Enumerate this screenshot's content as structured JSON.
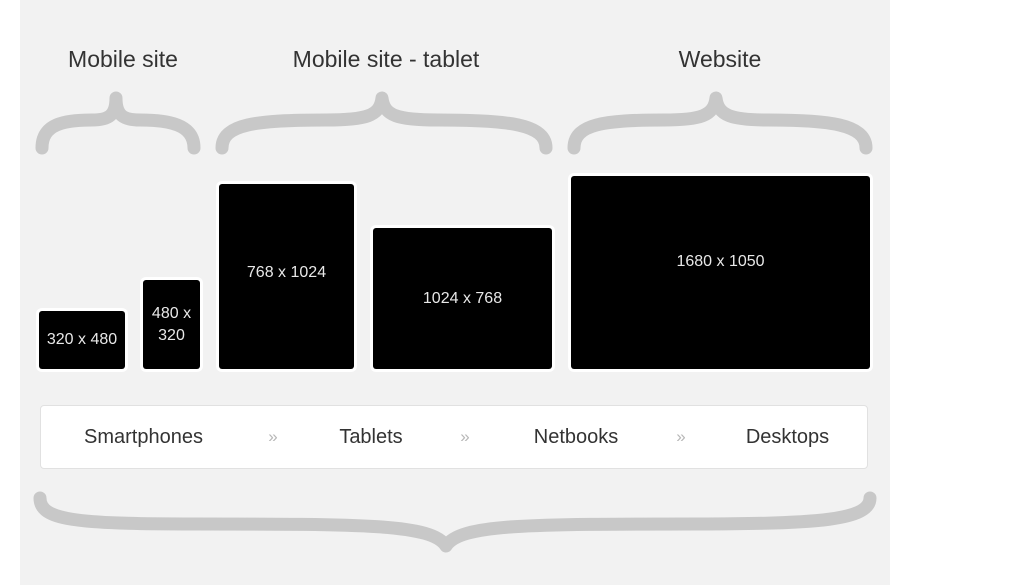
{
  "groups": [
    {
      "label": "Mobile site"
    },
    {
      "label": "Mobile site - tablet"
    },
    {
      "label": "Website"
    }
  ],
  "screens": [
    {
      "label": "320 x 480"
    },
    {
      "label": "480 x\n320"
    },
    {
      "label": "768 x 1024"
    },
    {
      "label": "1024 x 768"
    },
    {
      "label": "1680 x 1050"
    }
  ],
  "devices": [
    {
      "label": "Smartphones"
    },
    {
      "label": "Tablets"
    },
    {
      "label": "Netbooks"
    },
    {
      "label": "Desktops"
    }
  ],
  "separator": "»",
  "colors": {
    "panel": "#f2f2f2",
    "screen": "#000000",
    "brace": "#c8c8c8",
    "text": "#333333"
  }
}
